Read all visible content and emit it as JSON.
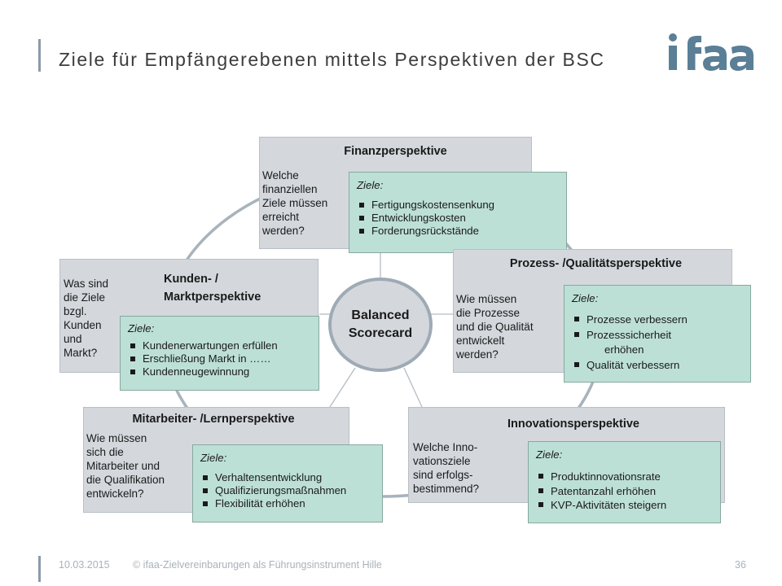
{
  "title": "Ziele für Empfängerebenen mittels Perspektiven der BSC",
  "logo_text": "ifaa",
  "center_text": [
    "Balanced",
    "Scorecard"
  ],
  "colors": {
    "box": "#d4d8dd",
    "goal_box": "#bde0d6",
    "ring": "#9eaab5",
    "title": "#3c3c3c"
  },
  "finanz": {
    "title": "Finanzperspektive",
    "question": [
      "Welche",
      "finanziellen",
      "Ziele müssen",
      "erreicht",
      "werden?"
    ],
    "goals_label": "Ziele:",
    "goals": [
      "Fertigungskostensenkung",
      "Entwicklungskosten",
      "Forderungsrückstände"
    ]
  },
  "kunden": {
    "title": [
      "Kunden- /",
      "Marktperspektive"
    ],
    "question": [
      "Was sind",
      "die Ziele",
      "bzgl.",
      "Kunden",
      "und",
      "Markt?"
    ],
    "goals_label": "Ziele:",
    "goals": [
      "Kundenerwartungen erfüllen",
      "Erschließung Markt in ……",
      "Kundenneugewinnung"
    ]
  },
  "prozess": {
    "title": "Prozess- /Qualitätsperspektive",
    "question": [
      "Wie müssen",
      "die Prozesse",
      "und die Qualität",
      "entwickelt",
      "werden?"
    ],
    "goals_label": "Ziele:",
    "goals": [
      "Prozesse verbessern",
      "Prozesssicherheit",
      "erhöhen",
      "Qualität verbessern"
    ]
  },
  "mitarbeiter": {
    "title": "Mitarbeiter- /Lernperspektive",
    "question": [
      "Wie müssen",
      "sich die",
      "Mitarbeiter und",
      "die Qualifikation",
      "entwickeln?"
    ],
    "goals_label": "Ziele:",
    "goals": [
      "Verhaltensentwicklung",
      "Qualifizierungsmaßnahmen",
      "Flexibilität erhöhen"
    ]
  },
  "innovation": {
    "title": "Innovationsperspektive",
    "question": [
      "Welche Inno-",
      "vationsziele",
      "sind erfolgs-",
      "bestimmend?"
    ],
    "goals_label": "Ziele:",
    "goals": [
      "Produktinnovationsrate",
      "Patentanzahl erhöhen",
      "KVP-Aktivitäten steigern"
    ]
  },
  "footer": {
    "date": "10.03.2015",
    "text": "© ifaa-Zielvereinbarungen als Führungsinstrument Hille",
    "page": "36"
  }
}
